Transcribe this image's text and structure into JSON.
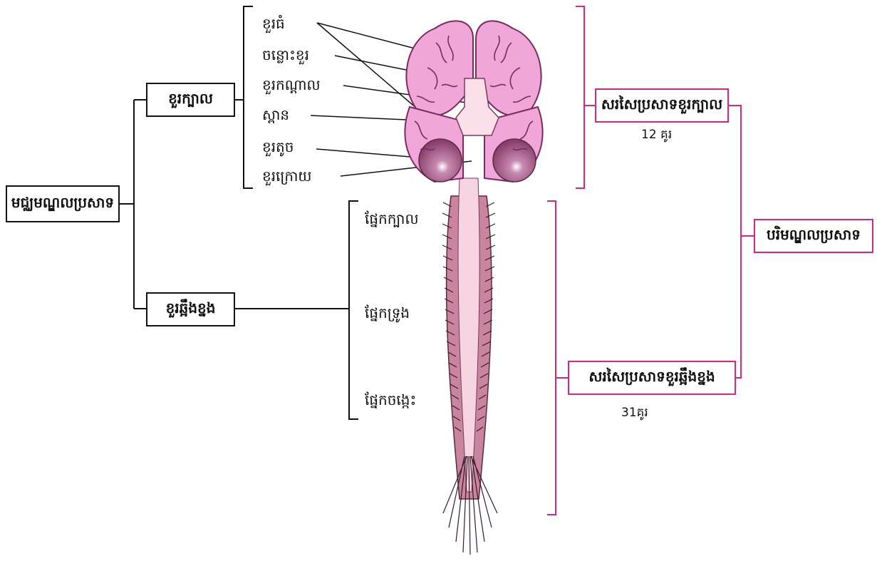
{
  "central": {
    "title": "មជ្ឈមណ្ឌលប្រសាទ",
    "brain": "ខួរក្បាល",
    "spinal_cord": "ខួរឆ្អឹងខ្នង"
  },
  "brain_parts": [
    "ខួរធំ",
    "ចន្លោះខួរ",
    "ខួរកណ្ដាល",
    "ស្ពាន",
    "ខួរតូច",
    "ខួរក្រោយ"
  ],
  "spinal_parts": [
    "ផ្នែកក្បាល",
    "ផ្នែកទ្រូង",
    "ផ្នែកចង្កេះ"
  ],
  "peripheral": {
    "title": "បរិមណ្ឌលប្រសាទ",
    "cranial_nerves": "សរសៃប្រសាទខួរក្បាល",
    "cranial_count": "12 គូរ",
    "spinal_nerves": "សរសៃប្រសាទខួរឆ្អឹងខ្នង",
    "spinal_count": "31គូរ"
  },
  "colors": {
    "brain": "#f0a6d8",
    "brain_fold": "#7a2a5e",
    "cerebellum": "#9c4f7e",
    "cord": "#e6a3bf",
    "accent": "#d6267e",
    "line": "#111111"
  }
}
